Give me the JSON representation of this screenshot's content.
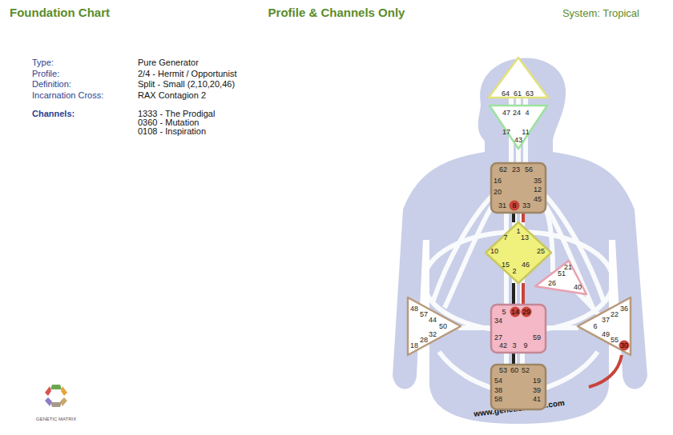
{
  "diagram": {
    "title": "Foundation Chart",
    "nodes": [
      {
        "text": [
          "64",
          "61",
          "63"
        ]
      },
      {
        "text": [
          "47",
          "24",
          "4",
          "17",
          "11",
          "43"
        ]
      },
      {
        "text": [
          "62",
          "23",
          "56",
          "16",
          "35",
          "20",
          "12",
          "45",
          "31",
          "8",
          "33"
        ]
      },
      {
        "text": [
          "1",
          "7",
          "13",
          "10",
          "25",
          "15",
          "46",
          "2"
        ]
      },
      {
        "text": [
          "21",
          "51",
          "26",
          "40"
        ]
      },
      {
        "text": [
          "48",
          "57",
          "44",
          "50",
          "32",
          "28",
          "18"
        ]
      },
      {
        "text": [
          "5",
          "14",
          "29",
          "34",
          "27",
          "59",
          "42",
          "3",
          "9"
        ]
      },
      {
        "text": [
          "36",
          "22",
          "37",
          "6",
          "49",
          "55",
          "30"
        ]
      },
      {
        "text": [
          "53",
          "60",
          "52",
          "54",
          "19",
          "38",
          "39",
          "58",
          "41"
        ]
      }
    ],
    "edges": [
      {
        "from": 2,
        "to": 3,
        "arrow": "none"
      },
      {
        "from": 2,
        "to": 3,
        "arrow": "none"
      },
      {
        "from": 3,
        "to": 6,
        "arrow": "none"
      },
      {
        "from": 3,
        "to": 6,
        "arrow": "none"
      },
      {
        "from": 6,
        "to": 8,
        "arrow": "none"
      }
    ],
    "labels": [
      "Profile & Channels Only",
      "System: Tropical",
      "Type:",
      "Pure Generator",
      "Profile:",
      "2/4 - Hermit / Opportunist",
      "Definition:",
      "Split - Small (2,10,20,46)",
      "Incarnation Cross:",
      "RAX Contagion 2",
      "Channels:",
      "1333 - The Prodigal",
      "0360 - Mutation",
      "0108 - Inspiration",
      "www.geneticmatrix.com",
      "GENETIC MATRIX"
    ]
  }
}
